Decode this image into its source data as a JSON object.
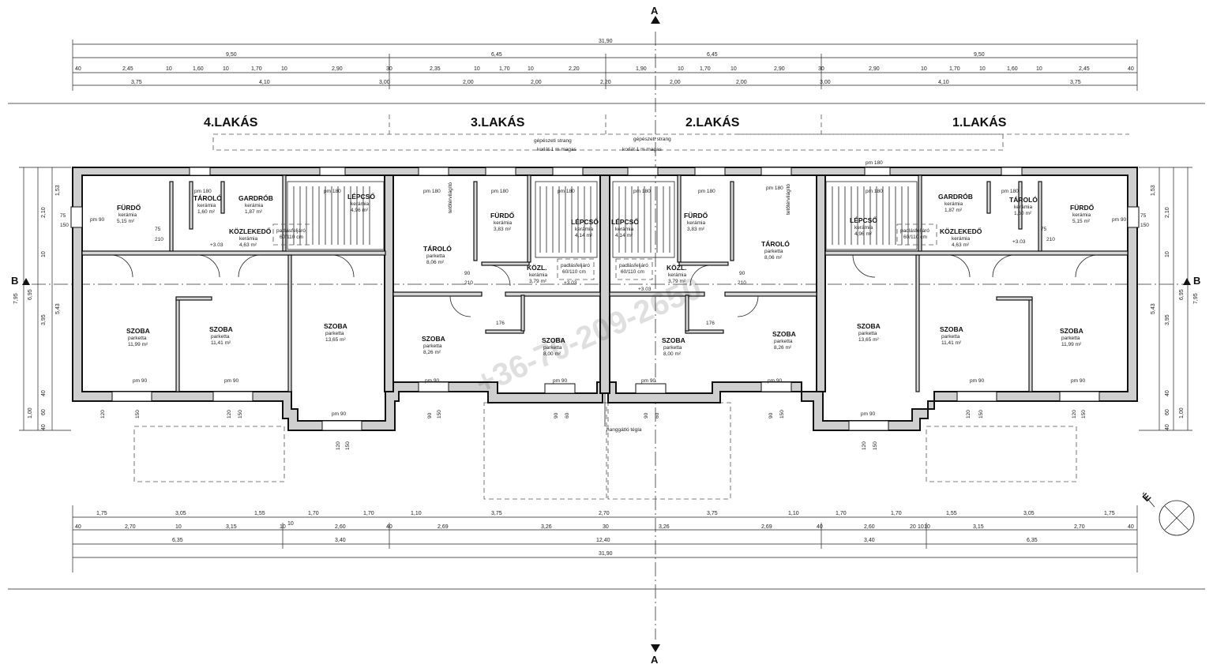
{
  "apartments": [
    "4.LAKÁS",
    "3.LAKÁS",
    "2.LAKÁS",
    "1.LAKÁS"
  ],
  "section_marks": {
    "a": "A",
    "b": "B"
  },
  "north": "É",
  "top_dims": {
    "overall": "31,90",
    "row1": [
      "9,50",
      "6,45",
      "6,45",
      "9,50"
    ],
    "row2": [
      "40",
      "2,45",
      "10",
      "1,60",
      "10",
      "1,70",
      "10",
      "2,90",
      "30",
      "2,35",
      "10",
      "1,70",
      "10",
      "2,20",
      "1,90",
      "10",
      "1,70",
      "10",
      "2,90",
      "30",
      "2,90",
      "10",
      "1,70",
      "10",
      "1,60",
      "10",
      "2,45",
      "40"
    ],
    "row3": [
      "3,75",
      "4,10",
      "3,00",
      "2,00",
      "2,00",
      "2,20",
      "2,00",
      "2,00",
      "3,00",
      "4,10",
      "3,75"
    ]
  },
  "bottom_dims": {
    "row1": [
      "1,75",
      "3,05",
      "1,55",
      "1,70",
      "1,70",
      "1,10",
      "3,75",
      "2,70",
      "3,75",
      "1,10",
      "1,70",
      "1,70",
      "1,55",
      "3,05",
      "1,75"
    ],
    "row2": [
      "40",
      "2,70",
      "10",
      "3,15",
      "10",
      "10",
      "2,60",
      "40",
      "2,69",
      "3,26",
      "30",
      "3,26",
      "2,69",
      "40",
      "2,60",
      "20",
      "10",
      "10",
      "3,15",
      "2,70",
      "40"
    ],
    "row3": [
      "6,35",
      "3,40",
      "12,40",
      "3,40",
      "6,35"
    ],
    "overall": "31,90"
  },
  "side_dims": {
    "left": [
      "1,53",
      "2,10",
      "10",
      "7,95",
      "6,95",
      "5,43",
      "3,95",
      "40",
      "1,00",
      "60",
      "40"
    ],
    "right": [
      "1,53",
      "2,10",
      "10",
      "7,95",
      "6,95",
      "5,43",
      "3,95",
      "40",
      "1,00",
      "60",
      "40"
    ]
  },
  "rooms": [
    {
      "name": "FÜRDŐ",
      "floor": "kerámia",
      "area": "5,15 m²"
    },
    {
      "name": "TÁROLÓ",
      "floor": "kerámia",
      "area": "1,60 m²"
    },
    {
      "name": "GARDRÓB",
      "floor": "kerámia",
      "area": "1,87 m²"
    },
    {
      "name": "LÉPCSŐ",
      "floor": "kerámia",
      "area": "4,96 m²"
    },
    {
      "name": "KÖZLEKEDŐ",
      "floor": "kerámia",
      "area": "4,63 m²"
    },
    {
      "name": "SZOBA",
      "floor": "parketta",
      "area": "11,99 m²"
    },
    {
      "name": "SZOBA",
      "floor": "parketta",
      "area": "11,41 m²"
    },
    {
      "name": "SZOBA",
      "floor": "parketta",
      "area": "13,65 m²"
    },
    {
      "name": "TÁROLÓ",
      "floor": "parketta",
      "area": "8,06 m²"
    },
    {
      "name": "FÜRDŐ",
      "floor": "kerámia",
      "area": "3,83 m²"
    },
    {
      "name": "LÉPCSŐ",
      "floor": "kerámia",
      "area": "4,14 m²"
    },
    {
      "name": "KÖZL.",
      "floor": "kerámia",
      "area": "3,79 m²"
    },
    {
      "name": "SZOBA",
      "floor": "parketta",
      "area": "8,26 m²"
    },
    {
      "name": "SZOBA",
      "floor": "parketta",
      "area": "8,00 m²"
    },
    {
      "name": "LÉPCSŐ",
      "floor": "kerámia",
      "area": "4,14 m²"
    },
    {
      "name": "KÖZL.",
      "floor": "kerámia",
      "area": "3,79 m²"
    },
    {
      "name": "FÜRDŐ",
      "floor": "kerámia",
      "area": "3,83 m²"
    },
    {
      "name": "TÁROLÓ",
      "floor": "parketta",
      "area": "8,06 m²"
    },
    {
      "name": "SZOBA",
      "floor": "parketta",
      "area": "8,00 m²"
    },
    {
      "name": "SZOBA",
      "floor": "parketta",
      "area": "8,26 m²"
    },
    {
      "name": "LÉPCSŐ",
      "floor": "kerámia",
      "area": "4,96 m²"
    },
    {
      "name": "GARDRÓB",
      "floor": "kerámia",
      "area": "1,87 m²"
    },
    {
      "name": "TÁROLÓ",
      "floor": "kerámia",
      "area": "1,60 m²"
    },
    {
      "name": "FÜRDŐ",
      "floor": "kerámia",
      "area": "5,15 m²"
    },
    {
      "name": "KÖZLEKEDŐ",
      "floor": "kerámia",
      "area": "4,63 m²"
    },
    {
      "name": "SZOBA",
      "floor": "parketta",
      "area": "13,65 m²"
    },
    {
      "name": "SZOBA",
      "floor": "parketta",
      "area": "11,41 m²"
    },
    {
      "name": "SZOBA",
      "floor": "parketta",
      "area": "11,99 m²"
    }
  ],
  "annotations": {
    "strang": "gépészeti strang",
    "railing": "korlát 1 m magas",
    "attic": [
      "padlásfeljáró",
      "60/110 cm"
    ],
    "soundproof": "hanggátló tégla",
    "level": "+3.03",
    "window_heights": [
      "pm 90",
      "pm 180"
    ],
    "vent": "tetőtérvilágító",
    "openings": [
      "90",
      "60",
      "75",
      "150",
      "120",
      "210",
      "176"
    ]
  },
  "watermark": "+36-70-209-2650"
}
